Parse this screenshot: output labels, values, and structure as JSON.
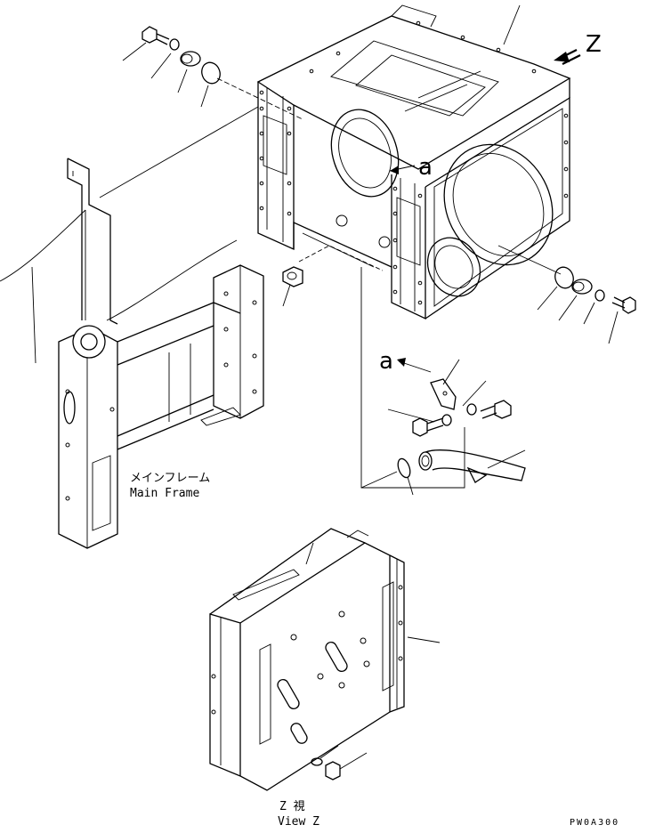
{
  "labels": {
    "main_frame_jp": "メインフレーム",
    "main_frame_en": "Main Frame",
    "view_z_jp": "Z  視",
    "view_z_en": "View Z",
    "view_arrow": "Z",
    "detail_ref_1": "a",
    "detail_ref_2": "a",
    "drawing_code": "PW0A300"
  }
}
